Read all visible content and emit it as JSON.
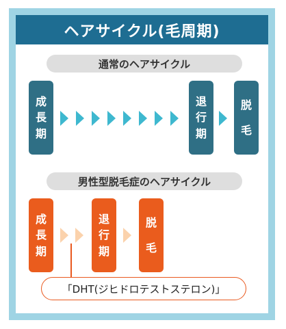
{
  "title": "ヘアサイクル(毛周期)",
  "normal": {
    "label": "通常のヘアサイクル",
    "stages": {
      "growth": [
        "成",
        "長",
        "期"
      ],
      "regression": [
        "退",
        "行",
        "期"
      ],
      "shedding": [
        "脱",
        "毛"
      ]
    },
    "color": "#2f6f85",
    "arrow_color": "#3eb8cf"
  },
  "male": {
    "label": "男性型脱毛症のヘアサイクル",
    "stages": {
      "growth": [
        "成",
        "長",
        "期"
      ],
      "regression": [
        "退",
        "行",
        "期"
      ],
      "shedding": [
        "脱",
        "毛"
      ]
    },
    "color": "#ea5c1d",
    "arrow_color": "#fbd2ac"
  },
  "callout": "「DHT(ジヒドロテストステロン)」"
}
